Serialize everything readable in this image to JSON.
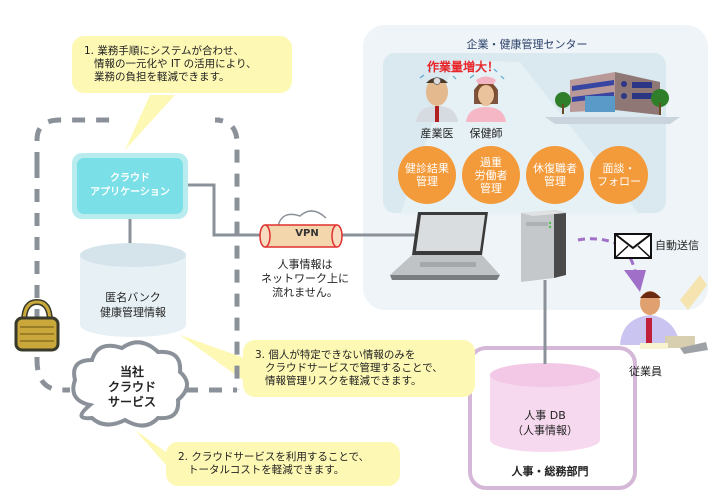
{
  "callouts": {
    "c1": {
      "lines": [
        "1. 業務手順にシステムが合わせ、",
        "情報の一元化や IT の活用により、",
        "業務の負担を軽減できます。"
      ]
    },
    "c2": {
      "lines": [
        "2. クラウドサービスを利用することで、",
        "トータルコストを軽減できます。"
      ]
    },
    "c3": {
      "lines": [
        "3. 個人が特定できない情報のみを",
        "クラウドサービスで管理することで、",
        "情報管理リスクを軽減できます。"
      ]
    }
  },
  "cloud_side": {
    "app_lines": [
      "クラウド",
      "アプリケーション"
    ],
    "db_lines": [
      "匿名バンク",
      "健康管理情報"
    ],
    "service_lines": [
      "当社",
      "クラウド",
      "サービス"
    ],
    "lock_icon": "padlock-icon"
  },
  "vpn": {
    "label": "VPN",
    "note_lines": [
      "人事情報は",
      "ネットワーク上に",
      "流れません。"
    ]
  },
  "center": {
    "title": "企業・健康管理センター",
    "alert": "作業量増大！",
    "roles": [
      "産業医",
      "保健師"
    ],
    "tasks": [
      {
        "lines": [
          "健診結果",
          "管理"
        ]
      },
      {
        "lines": [
          "過重",
          "労働者",
          "管理"
        ]
      },
      {
        "lines": [
          "休復職者",
          "管理"
        ]
      },
      {
        "lines": [
          "面談・",
          "フォロー"
        ]
      }
    ],
    "colors": {
      "task_circle": "#f39a3a",
      "panel": "#eef4f7",
      "inner_panel": "#d7e8ee"
    }
  },
  "hr": {
    "db_lines": [
      "人事 DB",
      "（人事情報）"
    ],
    "dept": "人事・総務部門"
  },
  "mail": {
    "label": "自動送信",
    "icon": "envelope-icon"
  },
  "employee": {
    "label": "従業員"
  }
}
